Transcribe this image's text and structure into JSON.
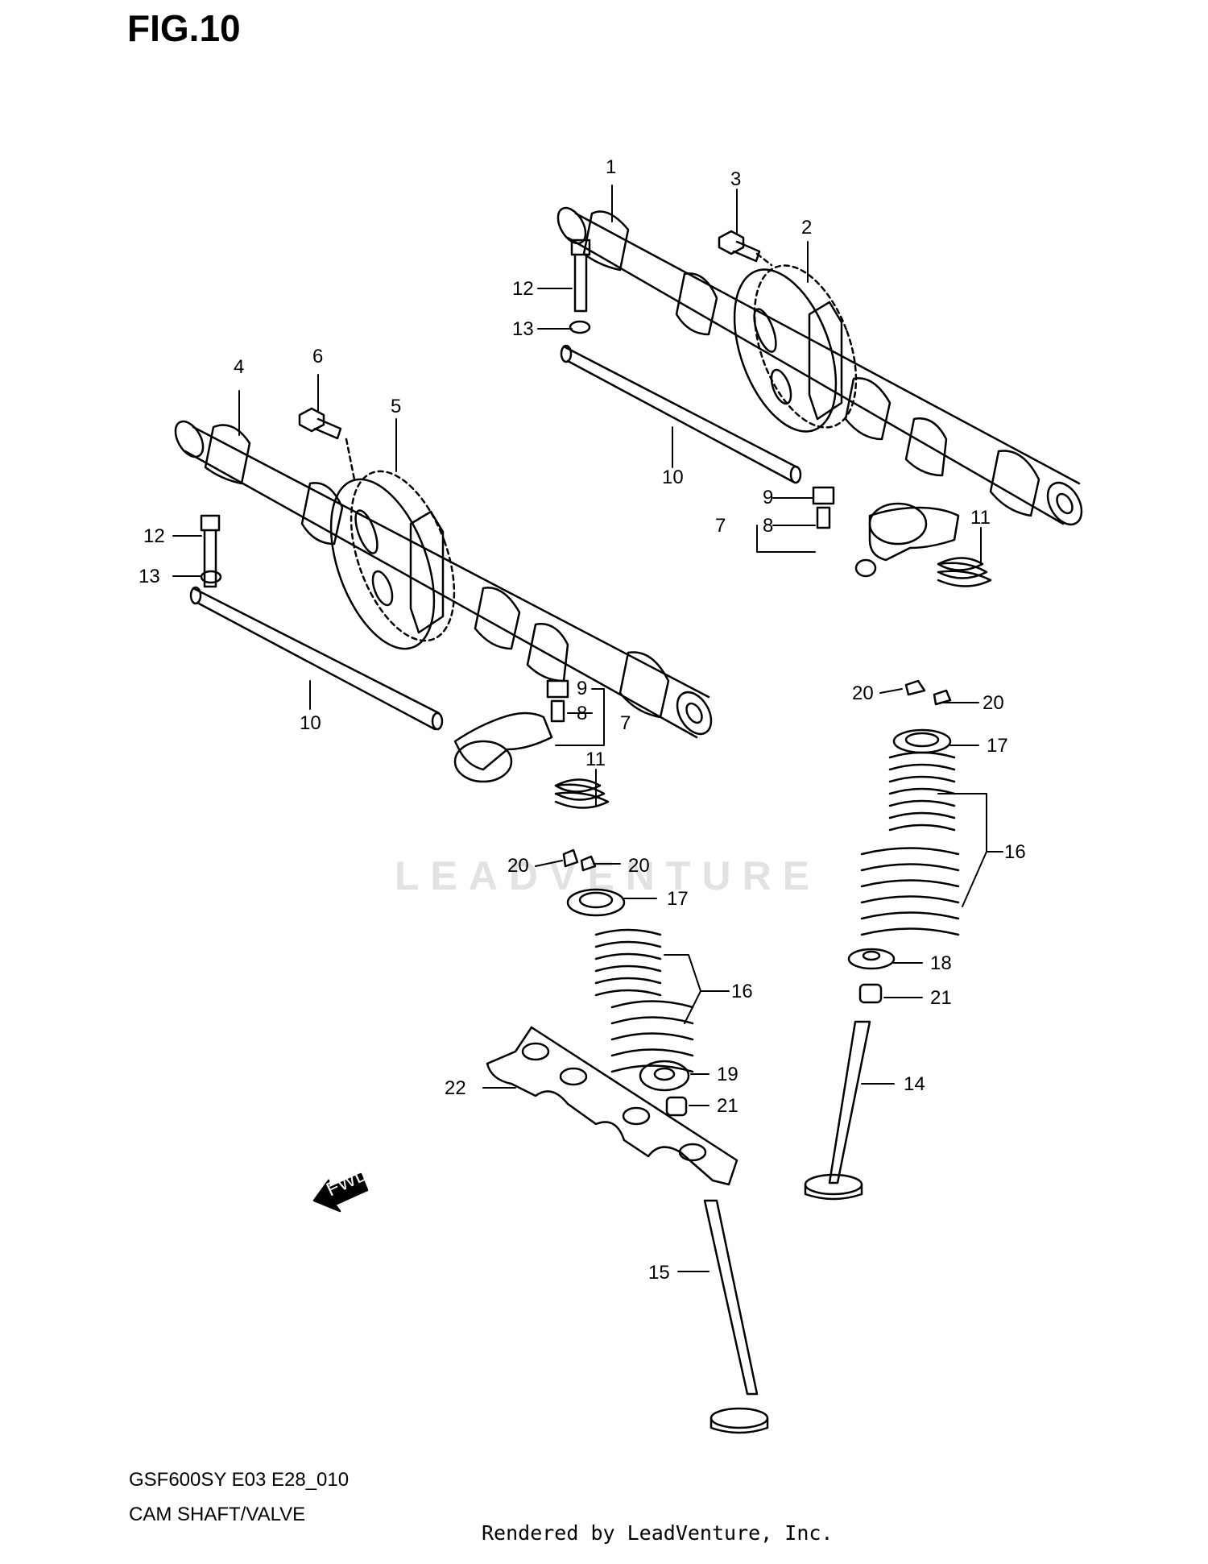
{
  "figure": {
    "title": "FIG.10"
  },
  "footer": {
    "model_code": "GSF600SY E03 E28_010",
    "model_name": "CAM SHAFT/VALVE",
    "rendered_by": "Rendered by LeadVenture, Inc."
  },
  "watermark": {
    "text": "LEADVENTURE"
  },
  "fwd_label": "FWD",
  "callouts": {
    "c1": "1",
    "c2": "2",
    "c3": "3",
    "c4": "4",
    "c5": "5",
    "c6": "6",
    "c7a": "7",
    "c7b": "7",
    "c8a": "8",
    "c8b": "8",
    "c9a": "9",
    "c9b": "9",
    "c10a": "10",
    "c10b": "10",
    "c11a": "11",
    "c11b": "11",
    "c12a": "12",
    "c12b": "12",
    "c13a": "13",
    "c13b": "13",
    "c14": "14",
    "c15": "15",
    "c16a": "16",
    "c16b": "16",
    "c17a": "17",
    "c17b": "17",
    "c18": "18",
    "c19": "19",
    "c20a": "20",
    "c20b": "20",
    "c20c": "20",
    "c20d": "20",
    "c21a": "21",
    "c21b": "21",
    "c22": "22"
  }
}
